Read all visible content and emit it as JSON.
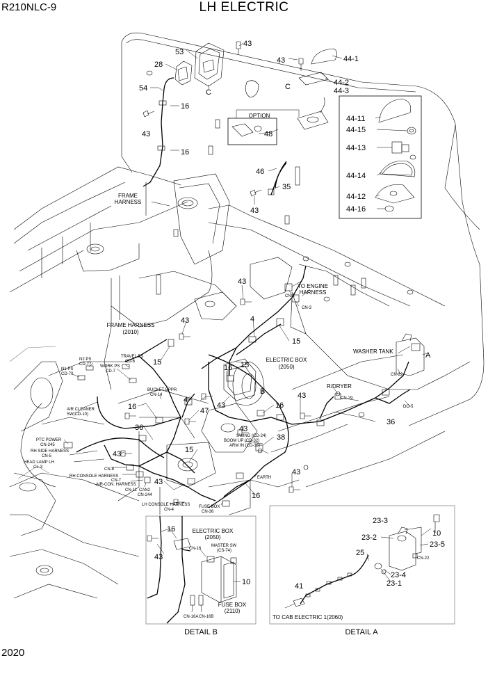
{
  "header": {
    "model": "R210NLC-9",
    "title": "LH ELECTRIC",
    "page_number": "2020"
  },
  "callouts": {
    "c43": "43",
    "c53": "53",
    "c28": "28",
    "c54": "54",
    "c16": "16",
    "cC": "C",
    "cA": "A",
    "cB": "B",
    "c44_1": "44-1",
    "c44_2": "44-2",
    "c44_3": "44-3",
    "c44_11": "44-11",
    "c44_15": "44-15",
    "c44_13": "44-13",
    "c44_14": "44-14",
    "c44_12": "44-12",
    "c44_16": "44-16",
    "c48": "48",
    "c46": "46",
    "c35": "35",
    "c4": "4",
    "c15": "15",
    "c36": "36",
    "c47": "47",
    "c38": "38",
    "c10": "10",
    "c23_3": "23-3",
    "c23_2": "23-2",
    "c23_5": "23-5",
    "c23_4": "23-4",
    "c23_1": "23-1",
    "c25": "25",
    "c41": "41"
  },
  "labels": {
    "option": "OPTION",
    "frame_harness_1": "FRAME",
    "frame_harness_2": "HARNESS",
    "to_engine_1": "TO ENGINE",
    "to_engine_2": "HARNESS",
    "frame_harness_2010_1": "FRAME HARNESS",
    "frame_harness_2010_2": "(2010)",
    "electric_box": "ELECTRIC BOX",
    "electric_box_num": "(2050)",
    "washer_tank": "WASHER TANK",
    "r_dryer": "R/DRYER",
    "n2ps": "N2 PS",
    "cd77": "CD-77",
    "travel_ps": "TRAVEL PS",
    "cd6": "CD-6",
    "n1ps": "N1 PS",
    "cd70": "CD-70",
    "work_ps": "WORK PS",
    "cd7": "CD-7",
    "bucket_eppr": "BUCKET EPPR",
    "cn14": "CN-14",
    "air_cleaner": "AIR CLEANER",
    "air_cleaner_sw": "SW(CD-10)",
    "ptc_power": "PTC POWER",
    "cn245": "CN-245",
    "rh_side": "RH SIDE HARNESS",
    "cn5": "CN-5",
    "head_lamp": "HEAD LAMP LH",
    "cl3": "CL-3",
    "cn8": "CN-8",
    "rh_console": "RH CONSOLE HARNESS",
    "cn7": "CN-7",
    "air_con": "AIR-CON. HARNESS",
    "cn11": "CN-11",
    "can2": "CAN2",
    "cn244": "CN-244",
    "lh_console": "LH CONSOLE HARNESS",
    "cn4": "CN-4",
    "fuse_box_short": "FUSE BOX",
    "cn36": "CN-36",
    "earth": "EARTH",
    "swing": "SWING (CD-24)",
    "boom_up": "BOOM UP (CD-32)",
    "arm_in": "ARM IN (CD-35)",
    "cn2": "CN-2",
    "cn3": "CN-3",
    "cn22": "CN-22",
    "cn29": "CN-29",
    "do5": "DO-5",
    "cn16": "CN-16",
    "master_sw": "MASTER SW",
    "cs74": "(CS-74)",
    "fuse_box": "FUSE BOX",
    "fuse_box_num": "(2110)",
    "cn16a": "CN-16A",
    "cn16b": "CN-16B",
    "to_cab": "TO CAB ELECTRIC 1(2060)",
    "detail_b": "DETAIL B",
    "detail_a": "DETAIL A"
  }
}
